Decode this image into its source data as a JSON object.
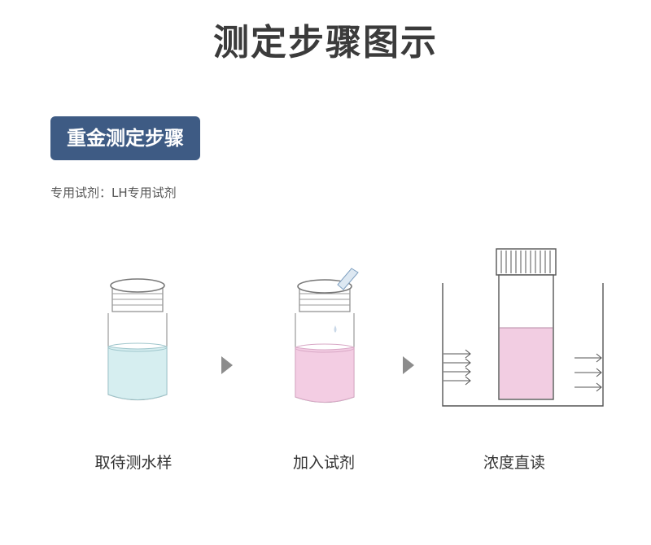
{
  "title": "测定步骤图示",
  "section": {
    "badge": "重金测定步骤",
    "reagent_note": "专用试剂：LH专用试剂"
  },
  "steps": [
    {
      "label": "取待测水样",
      "liquid_color": "#d6eef0"
    },
    {
      "label": "加入试剂",
      "liquid_color": "#f3cde3"
    },
    {
      "label": "浓度直读",
      "liquid_color": "#f2cde2"
    }
  ],
  "colors": {
    "badge_bg": "#3e5b84",
    "arrow": "#8c8c8c",
    "outline": "#9a9a9a"
  }
}
